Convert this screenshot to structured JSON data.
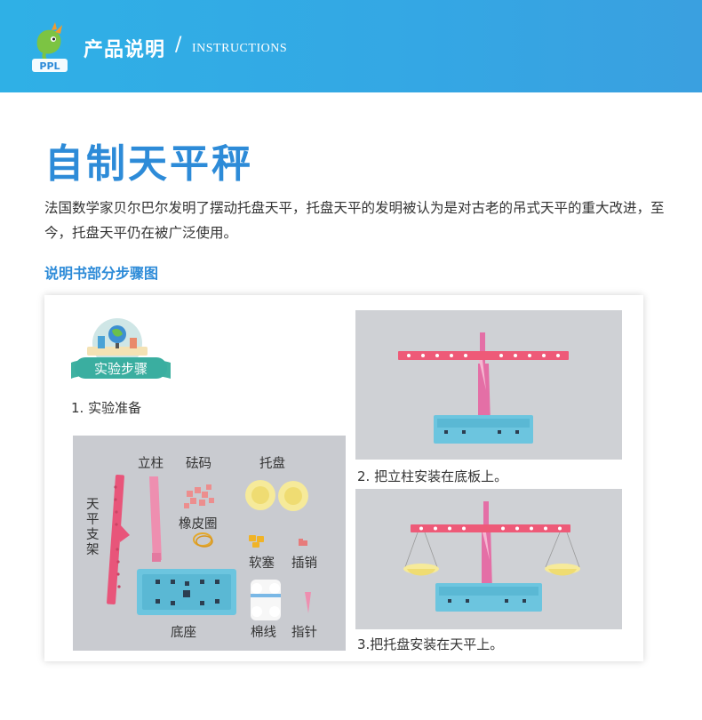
{
  "header": {
    "title": "产品说明",
    "separator": "/",
    "subtitle": "INSTRUCTIONS",
    "logo_text": "PPL",
    "bg_color": "#33a9e5"
  },
  "main": {
    "title": "自制天平秤",
    "intro": "法国数学家贝尔巴尔发明了摆动托盘天平，托盘天平的发明被认为是对古老的吊式天平的重大改进，至今，托盘天平仍在被广泛使用。",
    "section_label": "说明书部分步骤图",
    "accent_color": "#2d8bd8"
  },
  "card": {
    "badge_label": "实验步骤",
    "step1": "1. 实验准备",
    "step2": "2. 把立柱安装在底板上。",
    "step3": "3.把托盘安装在天平上。",
    "parts": {
      "pillar": "立柱",
      "weights": "砝码",
      "tray": "托盘",
      "beam": "天平支架",
      "rubber_band": "橡皮圈",
      "cork": "软塞",
      "pin": "插销",
      "base": "底座",
      "thread": "棉线",
      "pointer": "指针"
    }
  }
}
